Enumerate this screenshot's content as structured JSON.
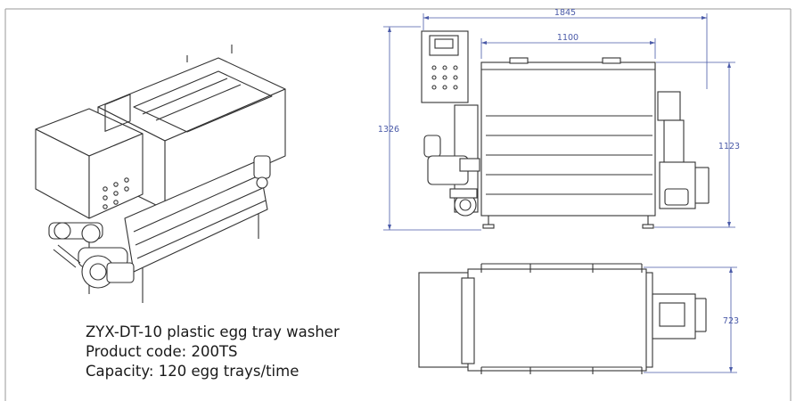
{
  "dimensions": {
    "overall_width": "1845",
    "tank_width": "1100",
    "overall_height": "1326",
    "tank_height": "1123",
    "top_depth": "723"
  },
  "caption": {
    "model": "ZYX-DT-10 plastic egg tray washer",
    "product_code": "Product code: 200TS",
    "capacity": "Capacity: 120 egg trays/time"
  },
  "colors": {
    "line": "#333333",
    "dimension": "#4a5aa8",
    "frame": "#9a9a9a"
  }
}
